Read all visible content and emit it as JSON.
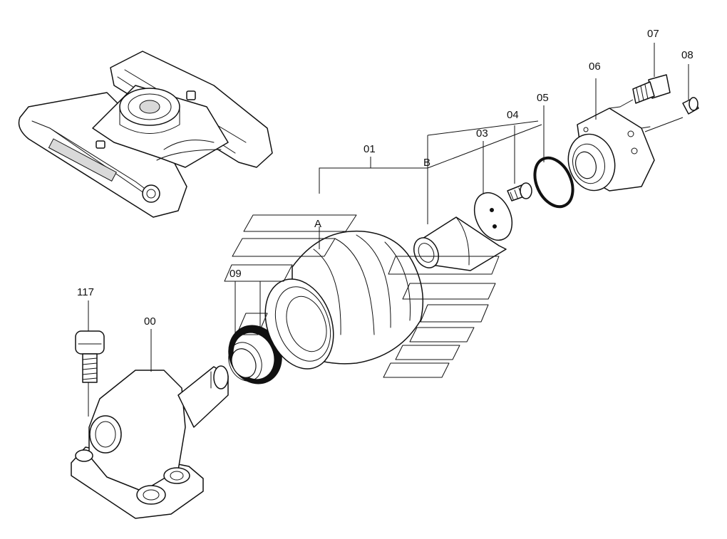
{
  "labels": {
    "p00": "00",
    "p01": "01",
    "p03": "03",
    "p04": "04",
    "p05": "05",
    "p06": "06",
    "p07": "07",
    "p08": "08",
    "p09": "09",
    "p117": "117",
    "sub_a": "A",
    "sub_b": "B"
  }
}
